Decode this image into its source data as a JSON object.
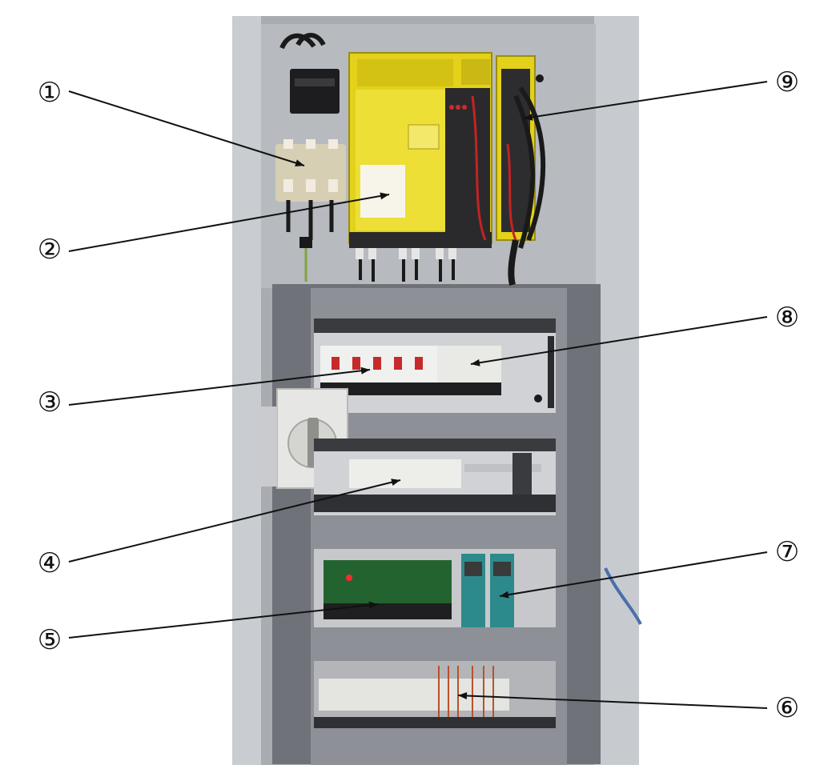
{
  "figure": {
    "callouts": [
      {
        "id": 1,
        "label": "①"
      },
      {
        "id": 2,
        "label": "②"
      },
      {
        "id": 3,
        "label": "③"
      },
      {
        "id": 4,
        "label": "④"
      },
      {
        "id": 5,
        "label": "⑤"
      },
      {
        "id": 6,
        "label": "⑥"
      },
      {
        "id": 7,
        "label": "⑦"
      },
      {
        "id": 8,
        "label": "⑧"
      },
      {
        "id": 9,
        "label": "⑨"
      }
    ],
    "colors": {
      "background": "#ffffff",
      "cabinet": "#9a9da3",
      "back_panel": "#7d8086",
      "servo_yellow": "#e3d11a",
      "terminal_white": "#e9e9e6",
      "callout_line": "#111111"
    },
    "icons": [
      "contactor-icon",
      "disconnect-switch-icon",
      "power-supply-icon",
      "servo-amplifier-icon"
    ]
  }
}
